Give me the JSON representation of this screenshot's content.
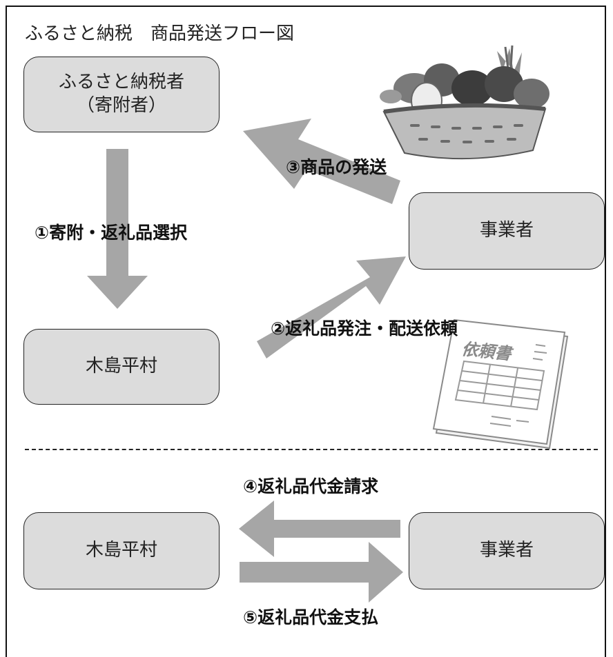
{
  "title": "ふるさと納税　商品発送フロー図",
  "nodes": {
    "donor_line1": "ふるさと納税者",
    "donor_line2": "（寄附者）",
    "business_top": "事業者",
    "village_top": "木島平村",
    "village_bottom": "木島平村",
    "business_bottom": "事業者"
  },
  "steps": {
    "step1": "①寄附・返礼品選択",
    "step2": "②返礼品発注・配送依頼",
    "step3": "③商品の発送",
    "step4": "④返礼品代金請求",
    "step5": "⑤返礼品代金支払"
  },
  "illustrations": {
    "document_text": "依頼書",
    "basket_icon": "vegetable-basket-icon",
    "document_icon": "request-document-icon"
  },
  "colors": {
    "box_fill": "#dcdcdc",
    "arrow_fill": "#a6a6a6",
    "outline": "#222222"
  }
}
